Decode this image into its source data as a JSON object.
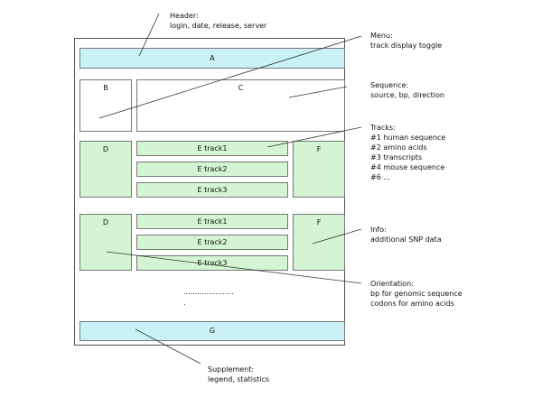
{
  "boxes": {
    "a": "A",
    "b": "B",
    "c": "C",
    "d1": "D",
    "f1": "F",
    "d2": "D",
    "f2": "F",
    "g": "G",
    "group1_tracks": [
      "E track1",
      "E track2",
      "E track3"
    ],
    "group2_tracks": [
      "E track1",
      "E track2",
      "E track3"
    ],
    "dots": "......................",
    "dot_small": "."
  },
  "annotations": {
    "header": {
      "title": "Header:",
      "lines": [
        "login, date, release, server"
      ]
    },
    "menu": {
      "title": "Menu:",
      "lines": [
        "track display toggle"
      ]
    },
    "sequence": {
      "title": "Sequence:",
      "lines": [
        "source, bp, direction"
      ]
    },
    "tracks": {
      "title": "Tracks:",
      "lines": [
        "#1 human sequence",
        "#2 amino acids",
        "#3 transcripts",
        "#4 mouse sequence",
        "#6 ..."
      ]
    },
    "info": {
      "title": "Info:",
      "lines": [
        "additional SNP data"
      ]
    },
    "orientation": {
      "title": "Orientation:",
      "lines": [
        "bp for genomic sequence",
        "codons for amino acids"
      ]
    },
    "supplement": {
      "title": "Supplement:",
      "lines": [
        "legend, statistics"
      ]
    }
  },
  "colors": {
    "header_footer_fill": "#c9f2f7",
    "track_fill": "#d3f5d3",
    "border": "#777777"
  }
}
